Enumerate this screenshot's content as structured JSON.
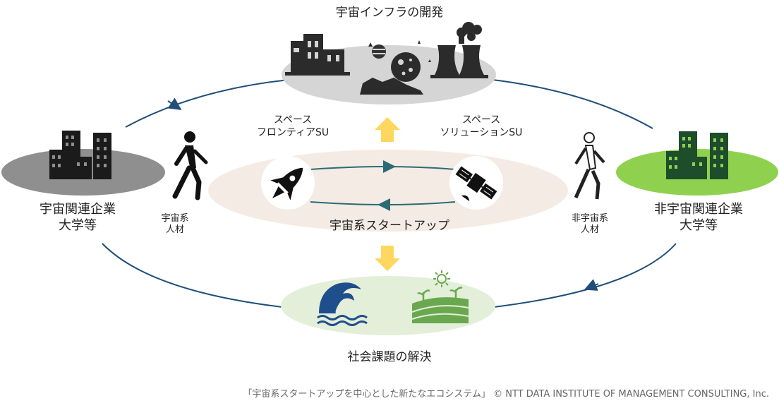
{
  "diagram": {
    "nodes": {
      "space_infra": "宇宙インフラの開発",
      "social_issues": "社会課題の解決",
      "space_companies": "宇宙関連企業\n大学等",
      "non_space_companies": "非宇宙関連企業\n大学等",
      "space_talent": "宇宙系\n人材",
      "non_space_talent": "非宇宙系\n人材",
      "frontier_su": "スペース\nフロンティアSU",
      "solution_su": "スペース\nソリューションSU",
      "space_startups": "宇宙系スタートアップ"
    },
    "footer": "「宇宙系スタートアップを中心とした新たなエコシステム」 ©  NTT DATA INSTITUTE OF MANAGEMENT CONSULTING, Inc."
  },
  "colors": {
    "grey_ellipse": "#d5d5d5",
    "left_ellipse": "#8f8f8f",
    "green_ellipse": "#8fd14f",
    "center_ellipse": "#f4ebe4",
    "bottom_ellipse": "#e3efd9",
    "flow_line": "#1f4e79",
    "inner_arrows": "#2c6b73",
    "yellow_arrow": "#ffd75e",
    "water": "#1f4e8c",
    "farm": "#6aa84f",
    "green_building": "#1e4d2b"
  },
  "icons": [
    "factory-icon",
    "planet-icon",
    "power-plant-icon",
    "building-icon",
    "walking-person-icon",
    "rocket-icon",
    "satellite-icon",
    "wave-icon",
    "farm-icon"
  ]
}
